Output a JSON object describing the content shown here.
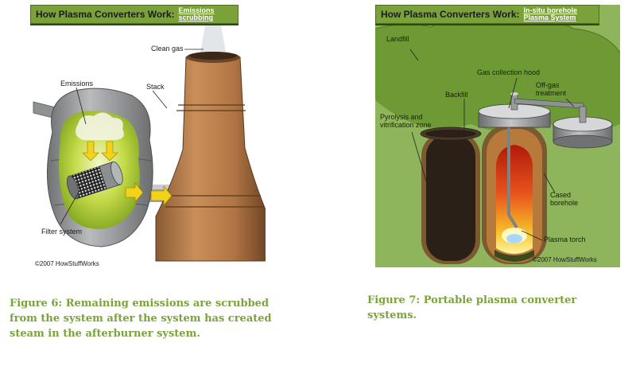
{
  "figure6": {
    "banner_title": "How Plasma Converters Work:",
    "banner_subtitle_line1": "Emissions",
    "banner_subtitle_line2": "scrubbing",
    "labels": {
      "clean_gas": "Clean gas",
      "stack": "Stack",
      "emissions": "Emissions",
      "filter_system": "Filter system"
    },
    "copyright": "©2007 HowStuffWorks",
    "caption_line1": "Figure 6: Remaining emissions are scrubbed",
    "caption_line2": "from the system after the system has created",
    "caption_line3": "steam in the afterburner system."
  },
  "figure7": {
    "banner_title": "How Plasma Converters Work:",
    "banner_subtitle_line1": "In-situ borehole",
    "banner_subtitle_line2": "Plasma System",
    "labels": {
      "landfill": "Landfill",
      "gas_collection_hood": "Gas collection hood",
      "backfill": "Backfill",
      "off_gas_line1": "Off-gas",
      "off_gas_line2": "treatment",
      "pyrolysis_line1": "Pyrolysis and",
      "pyrolysis_line2": "vitrification zone",
      "cased_line1": "Cased",
      "cased_line2": "borehole",
      "plasma_torch": "Plasma torch"
    },
    "copyright": "©2007 HowStuffWorks",
    "caption_line1": "Figure 7: Portable plasma converter",
    "caption_line2": "systems."
  },
  "colors": {
    "banner_green": "#7aa13a",
    "caption_green": "#7aa33c",
    "stack_brown": "#b57a48",
    "landfill_green": "#6f9a3a",
    "chamber_gray": "#a7a9ab"
  }
}
